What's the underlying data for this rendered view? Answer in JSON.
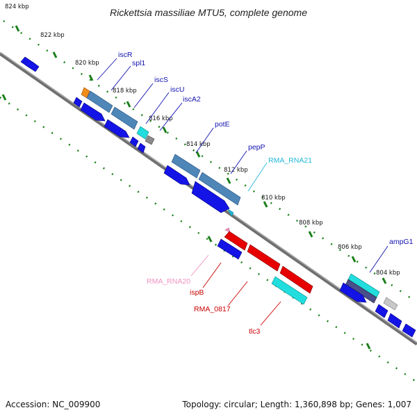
{
  "title": "Rickettsia massiliae MTU5, complete genome",
  "footer": {
    "accession_label": "Accession:",
    "accession": "NC_009900",
    "topology_label": "Topology:",
    "topology": "circular",
    "length_label": "Length:",
    "length": "1,360,898 bp",
    "genes_label": "Genes:",
    "genes": "1,007"
  },
  "colors": {
    "backbone": "#808080",
    "tick": "#1a7f1a",
    "cds_forward": "#1414e6",
    "cds_reverse": "#1414e6",
    "gene_blue_steel": "#4f86b8",
    "gene_orange": "#f08c1a",
    "gene_cyan": "#22dddd",
    "gene_red": "#e60000",
    "gene_gray": "#8a8a8a",
    "gene_light_gray": "#c8c8c8",
    "label_dark_blue": "#1010b0",
    "label_cyan": "#22b8d8",
    "label_red": "#cc0000",
    "label_pink": "#f090c0"
  },
  "kbp_ticks": [
    "824 kbp",
    "822 kbp",
    "820 kbp",
    "818 kbp",
    "816 kbp",
    "814 kbp",
    "812 kbp",
    "810 kbp",
    "808 kbp",
    "806 kbp",
    "804 kbp"
  ],
  "gene_labels": [
    "iscR",
    "spl1",
    "iscS",
    "iscU",
    "iscA2",
    "potE",
    "pepP",
    "RMA_RNA21",
    "ampG1",
    "RMA_RNA20",
    "ispB",
    "RMA_0817",
    "tlc3"
  ]
}
